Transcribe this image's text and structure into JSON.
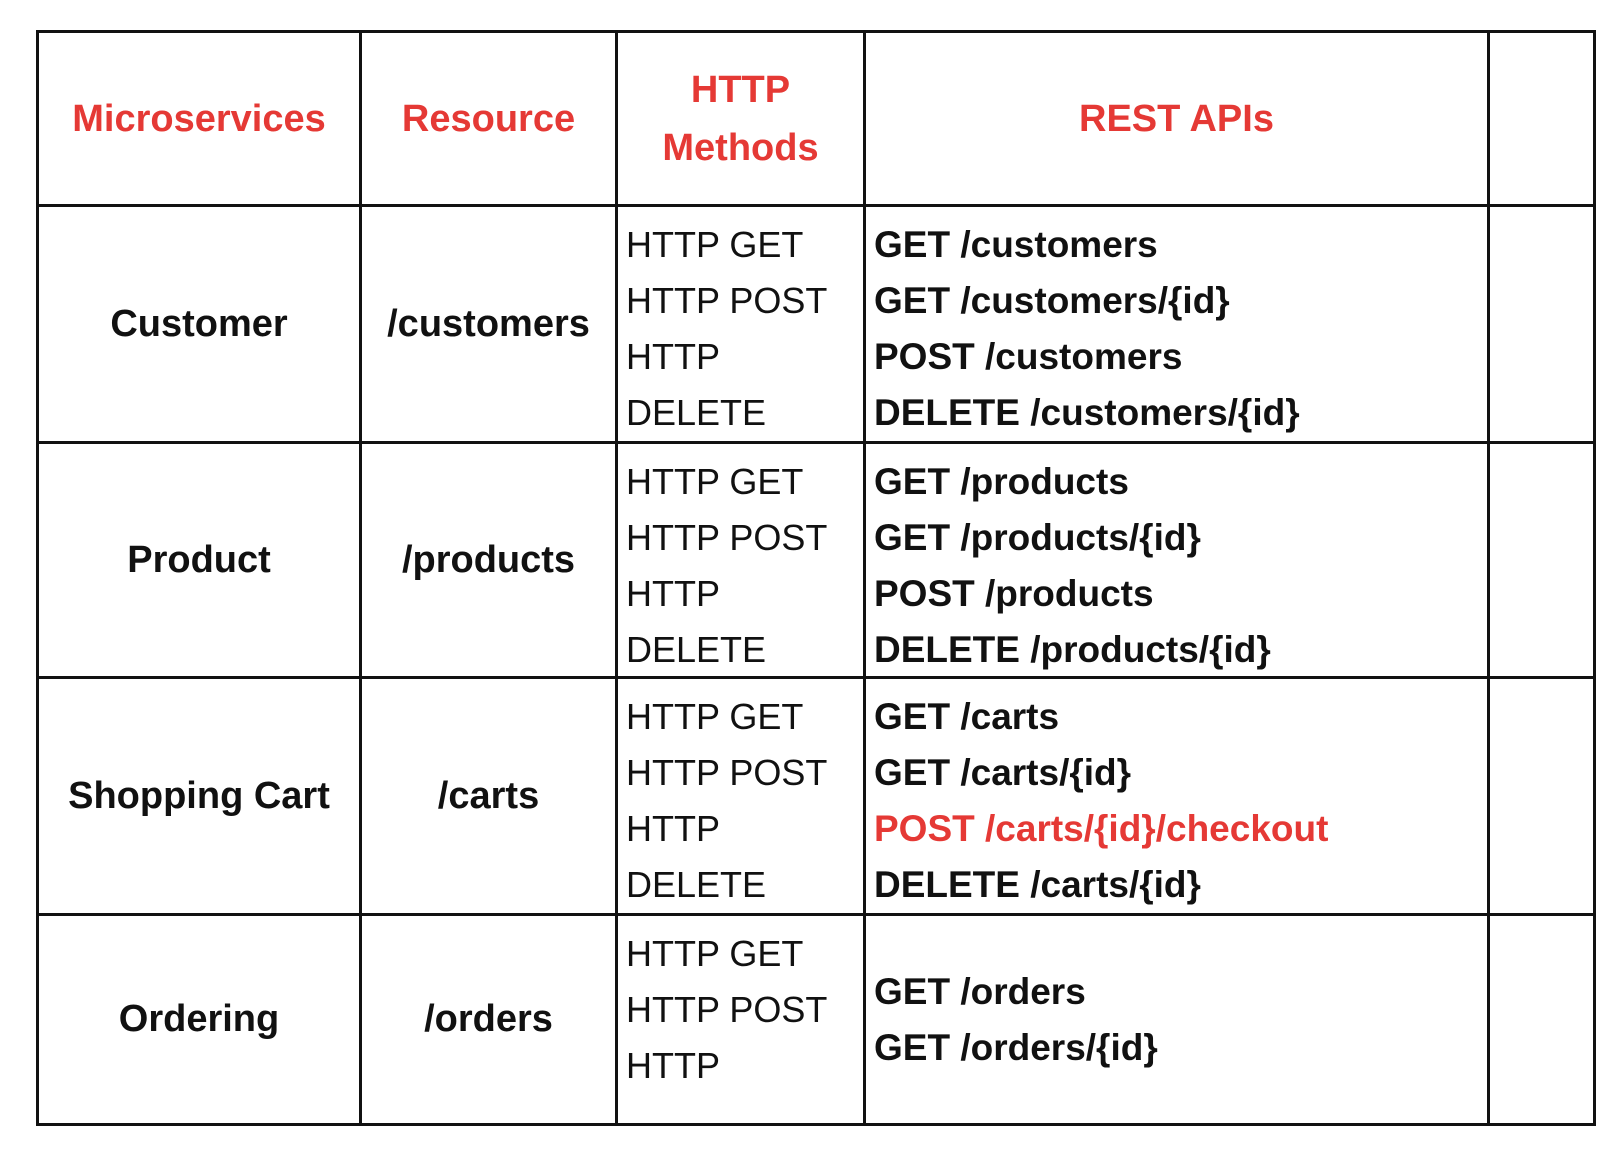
{
  "colors": {
    "accent": "#E53935",
    "border": "#111111"
  },
  "headers": {
    "microservices": "Microservices",
    "resource": "Resource",
    "http_methods_1": "HTTP",
    "http_methods_2": "Methods",
    "rest_apis": "REST APIs"
  },
  "rows": [
    {
      "service": "Customer",
      "resource": "/customers",
      "methods": [
        "HTTP GET",
        "HTTP POST",
        "HTTP",
        "DELETE"
      ],
      "apis": [
        "GET /customers",
        "GET /customers/{id}",
        "POST /customers",
        "DELETE /customers/{id}"
      ]
    },
    {
      "service": "Product",
      "resource": "/products",
      "methods": [
        "HTTP GET",
        "HTTP POST",
        "HTTP",
        "DELETE"
      ],
      "apis": [
        "GET /products",
        "GET /products/{id}",
        "POST /products",
        "DELETE /products/{id}"
      ]
    },
    {
      "service": "Shopping Cart",
      "resource": "/carts",
      "methods": [
        "HTTP GET",
        "HTTP POST",
        "HTTP",
        "DELETE"
      ],
      "apis": [
        "GET /carts",
        "GET /carts/{id}",
        "POST /carts/{id}/checkout",
        "DELETE /carts/{id}"
      ],
      "highlight_api_index": 2
    },
    {
      "service": "Ordering",
      "resource": "/orders",
      "methods": [
        "HTTP GET",
        "HTTP POST",
        "HTTP"
      ],
      "apis": [
        "GET /orders",
        "GET /orders/{id}"
      ]
    }
  ]
}
